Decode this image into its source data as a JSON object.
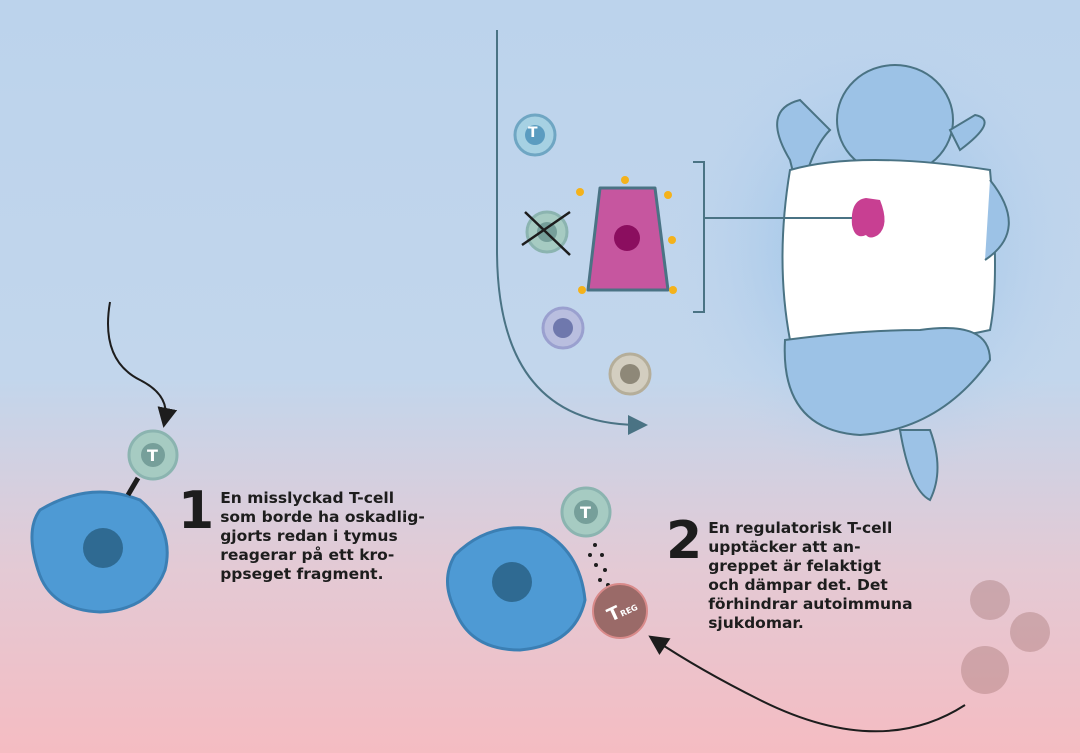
{
  "steps": [
    {
      "number": "1",
      "text": "En misslyckad T-cell\nsom borde ha oskadlig-\ngjorts redan i tymus\nreagerar på ett kro-\nppseget fragment."
    },
    {
      "number": "2",
      "text": "En regulatorisk T-cell\nupptäcker att an-\ngreppet är felaktigt\noch dämpar det. Det\nförhindrar autoimmuna\nsjukdomar."
    }
  ],
  "cell_labels": {
    "t": "T",
    "treg_t": "T",
    "treg_sub": "REG"
  },
  "colors": {
    "blue_cell": "#4e9ad4",
    "pink_cell": "#c6569f",
    "treg": "#9a6a68",
    "t_cell": "#a6cbc2",
    "outline": "#4a7384",
    "thymus": "#c83f92"
  }
}
